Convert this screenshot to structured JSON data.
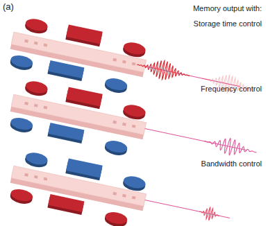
{
  "diagram": {
    "labels": [
      "(a)",
      "Memory output with:",
      "Storage time control",
      "Frequency control",
      "Bandwidth control"
    ]
  }
}
